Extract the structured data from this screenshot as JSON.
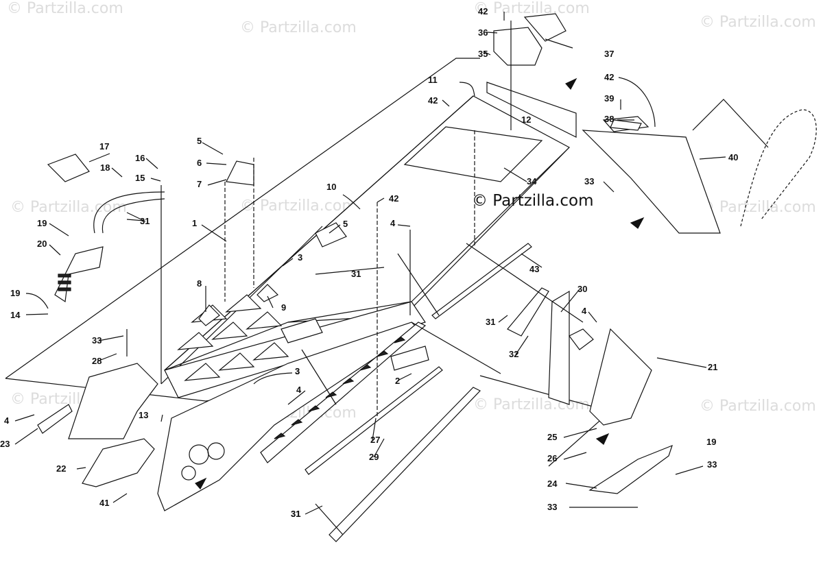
{
  "brand": "© Partzilla.com",
  "watermark": "© Partzilla.com",
  "callouts": [
    "1",
    "2",
    "3",
    "3",
    "3",
    "4",
    "4",
    "4",
    "4",
    "5",
    "5",
    "6",
    "7",
    "8",
    "9",
    "10",
    "11",
    "12",
    "13",
    "14",
    "15",
    "16",
    "17",
    "18",
    "19",
    "19",
    "19",
    "20",
    "21",
    "22",
    "23",
    "24",
    "25",
    "26",
    "27",
    "28",
    "29",
    "30",
    "31",
    "31",
    "31",
    "31",
    "31",
    "32",
    "33",
    "33",
    "33",
    "33",
    "34",
    "35",
    "36",
    "37",
    "38",
    "39",
    "40",
    "41",
    "42",
    "42",
    "42",
    "42",
    "43"
  ],
  "colors": {
    "line": "#111111",
    "watermark": "#dcdcdc",
    "part_fill": "#ffffff",
    "dark": "#222222"
  }
}
